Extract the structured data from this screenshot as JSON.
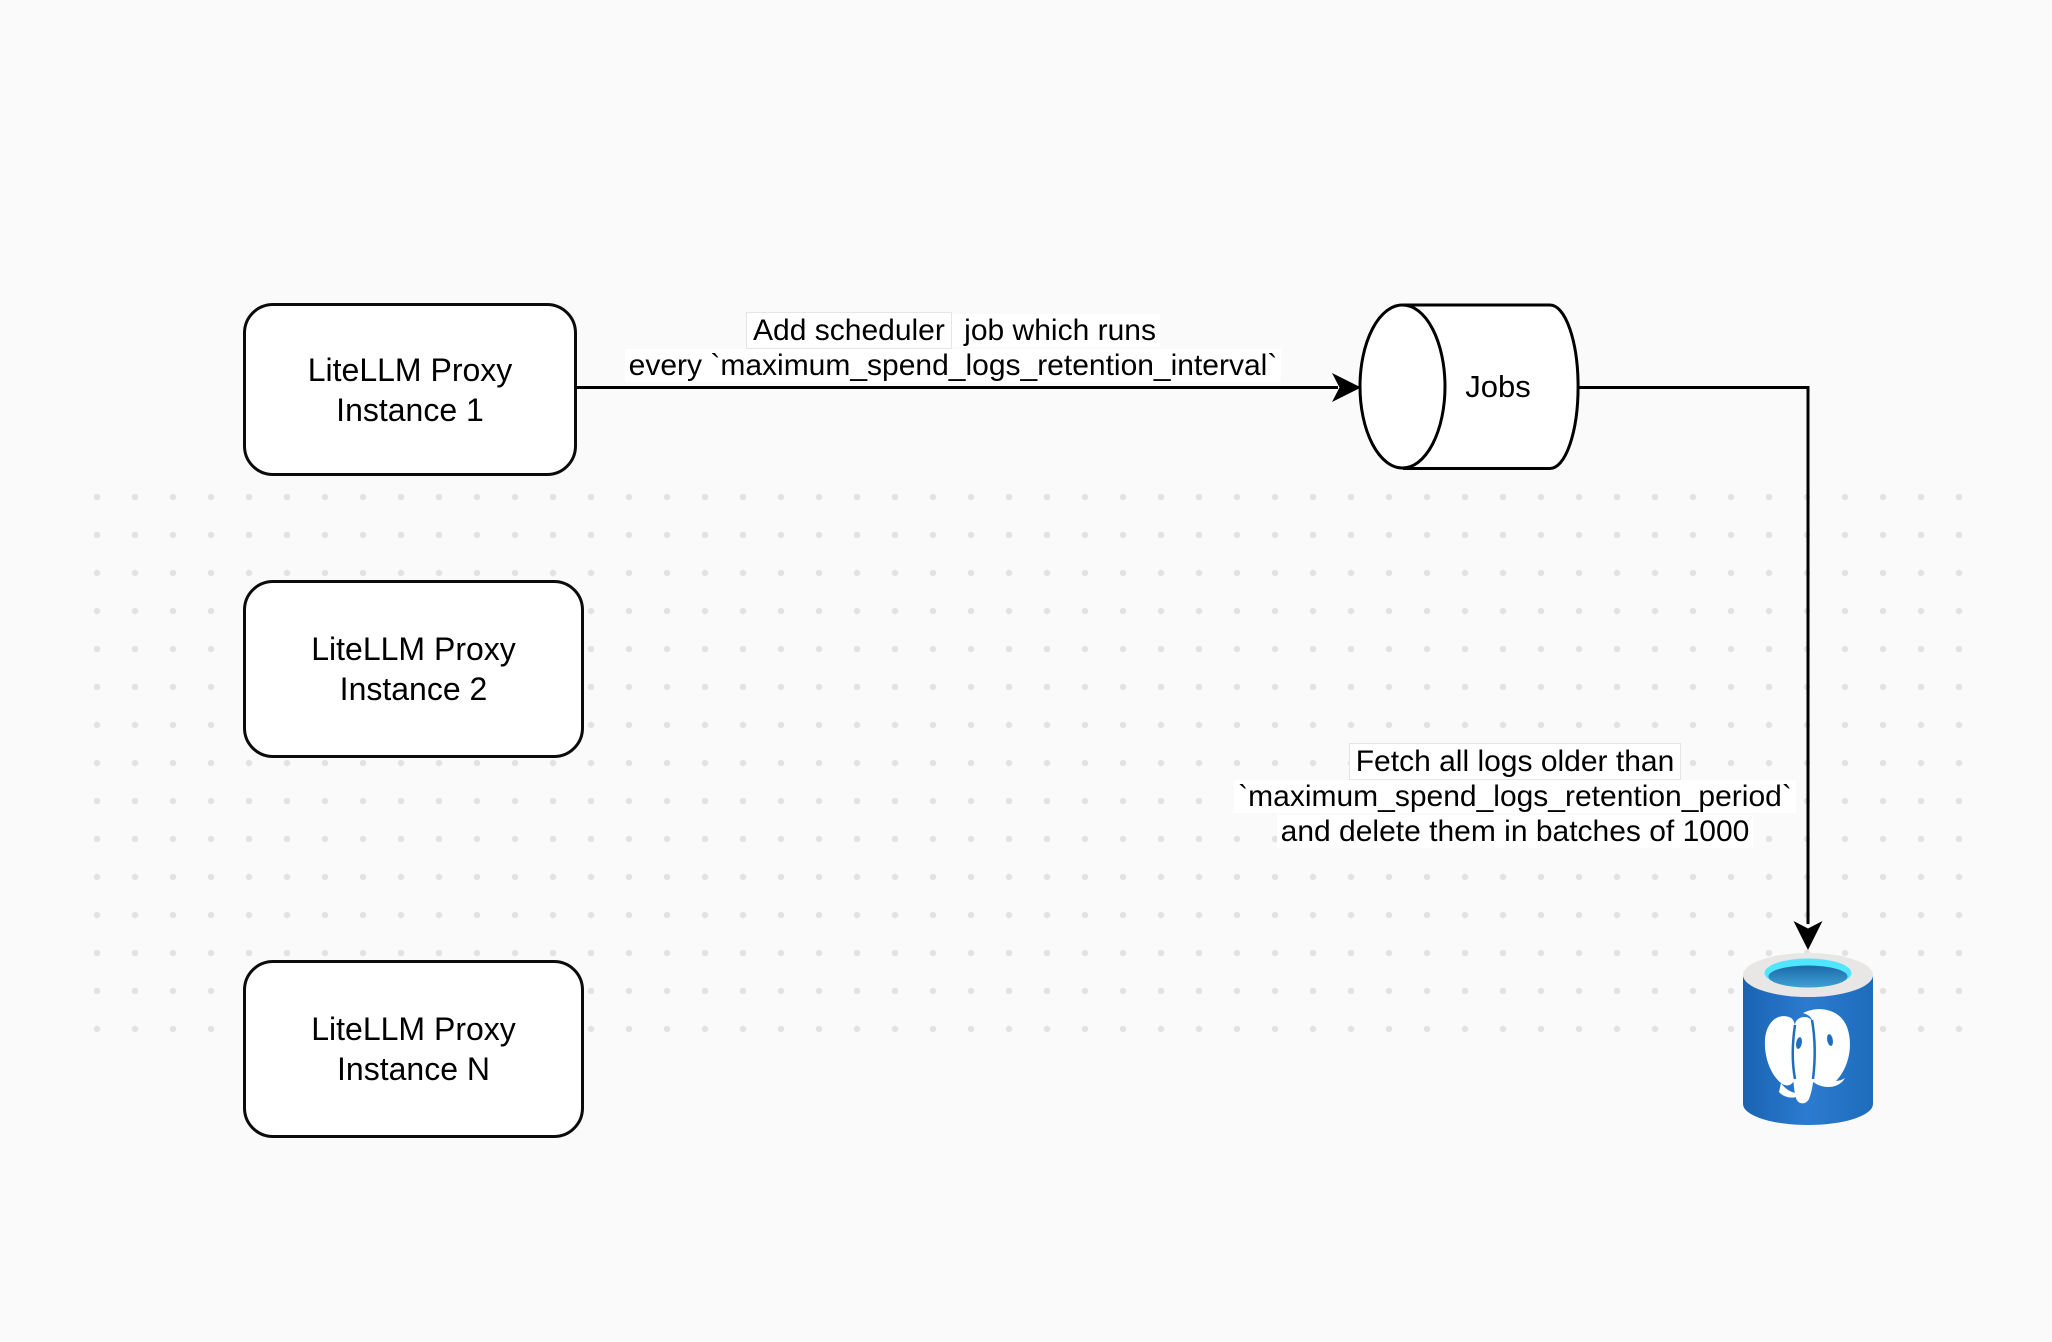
{
  "diagram": {
    "background_color": "#FAFAFA",
    "dot_color": "#E2E2E2",
    "stroke_color": "#000000",
    "nodes": [
      {
        "id": "litellm-proxy-instance-1",
        "line1": "LiteLLM Proxy",
        "line2": "Instance 1"
      },
      {
        "id": "litellm-proxy-instance-2",
        "line1": "LiteLLM Proxy",
        "line2": "Instance 2"
      },
      {
        "id": "litellm-proxy-instance-n",
        "line1": "LiteLLM Proxy",
        "line2": "Instance N"
      }
    ],
    "jobs_store": {
      "label": "Jobs"
    },
    "edge_scheduler_label": {
      "line1_boxed": "Add scheduler",
      "line1_rest": " job which runs",
      "line2": "every `maximum_spend_logs_retention_interval`"
    },
    "edge_fetch_label": {
      "line1": "Fetch all logs older than",
      "line2": "`maximum_spend_logs_retention_period`",
      "line3": "and delete them in batches of 1000"
    },
    "database": {
      "icon": "postgresql-database-icon",
      "body_color": "#2272C8",
      "rim_color": "#E8E7E5",
      "water_color": "#50E6FF",
      "liquid_color": "#1F6FA8"
    }
  }
}
